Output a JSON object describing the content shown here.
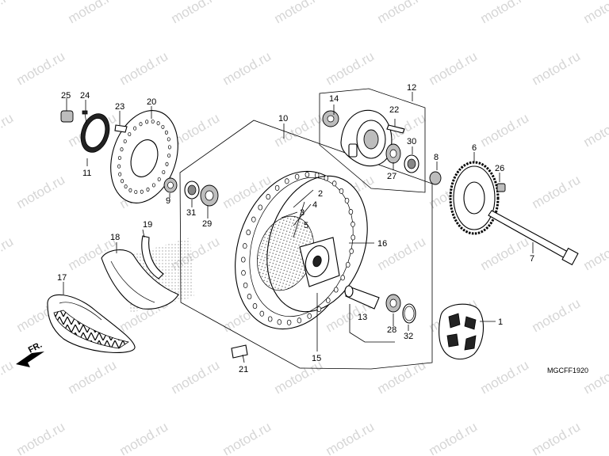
{
  "watermark": "motod.ru",
  "diagram_code": "MGCFF1920",
  "direction_label": "FR.",
  "callouts": [
    "1",
    "2",
    "3",
    "4",
    "5",
    "6",
    "7",
    "8",
    "9",
    "10",
    "11",
    "12",
    "13",
    "14",
    "15",
    "16",
    "17",
    "18",
    "19",
    "20",
    "21",
    "22",
    "23",
    "24",
    "25",
    "26",
    "27",
    "28",
    "29",
    "30",
    "31",
    "32"
  ]
}
